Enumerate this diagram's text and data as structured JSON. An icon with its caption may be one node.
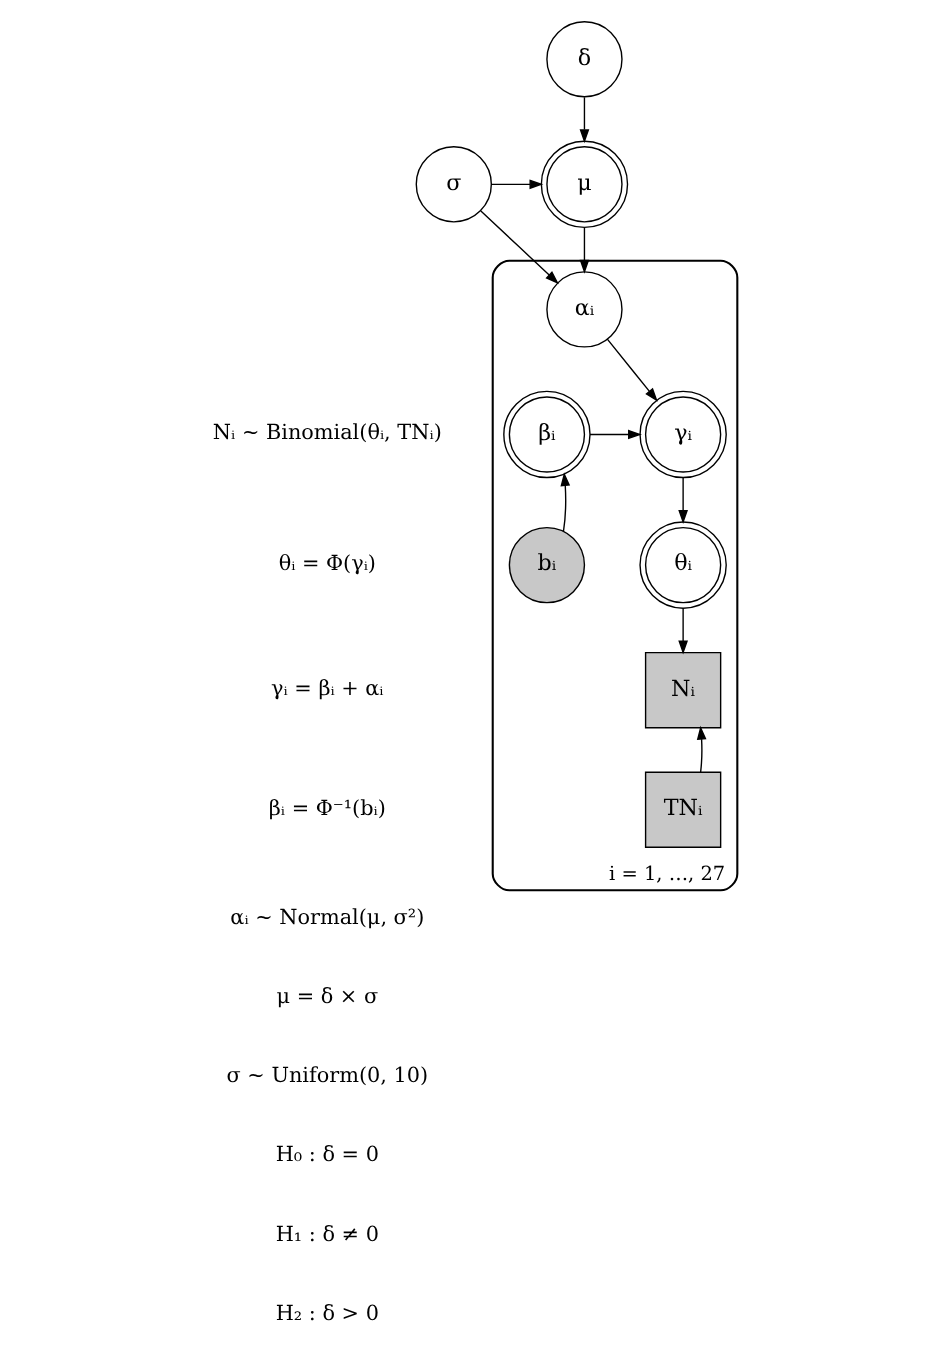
{
  "diagram": {
    "nodes": [
      {
        "text": [
          "δ"
        ]
      },
      {
        "text": [
          "μ"
        ]
      },
      {
        "text": [
          "σ"
        ]
      },
      {
        "text": [
          "i = 1, …, 27"
        ]
      },
      {
        "text": [
          "αᵢ"
        ],
        "in": 3
      },
      {
        "text": [
          "βᵢ"
        ],
        "in": 3
      },
      {
        "text": [
          "γᵢ"
        ],
        "in": 3
      },
      {
        "text": [
          "bᵢ"
        ],
        "in": 3
      },
      {
        "text": [
          "θᵢ"
        ],
        "in": 3
      },
      {
        "text": [
          "Nᵢ"
        ],
        "in": 3
      },
      {
        "text": [
          "TNᵢ"
        ],
        "in": 3
      }
    ],
    "edges": [
      {
        "from": 0,
        "to": 1,
        "arrow": "to"
      },
      {
        "from": 2,
        "to": 1,
        "arrow": "to"
      },
      {
        "from": 1,
        "to": 4,
        "arrow": "to"
      },
      {
        "from": 2,
        "to": 4,
        "arrow": "to"
      },
      {
        "from": 4,
        "to": 6,
        "arrow": "to"
      },
      {
        "from": 5,
        "to": 6,
        "arrow": "to"
      },
      {
        "from": 7,
        "to": 5,
        "arrow": "to"
      },
      {
        "from": 6,
        "to": 8,
        "arrow": "to"
      },
      {
        "from": 8,
        "to": 9,
        "arrow": "to"
      },
      {
        "from": 10,
        "to": 9,
        "arrow": "to"
      }
    ],
    "labels": [
      "Nᵢ ~ Binomial(θᵢ, TNᵢ)",
      "θᵢ = Φ(γᵢ)",
      "γᵢ = βᵢ + αᵢ",
      "βᵢ = Φ⁻¹(bᵢ)",
      "αᵢ ~ Normal(μ, σ²)",
      "μ = δ × σ",
      "σ ~ Uniform(0, 10)",
      "H₀ : δ = 0",
      "H₁ : δ ≠ 0",
      "H₂ : δ > 0"
    ]
  }
}
